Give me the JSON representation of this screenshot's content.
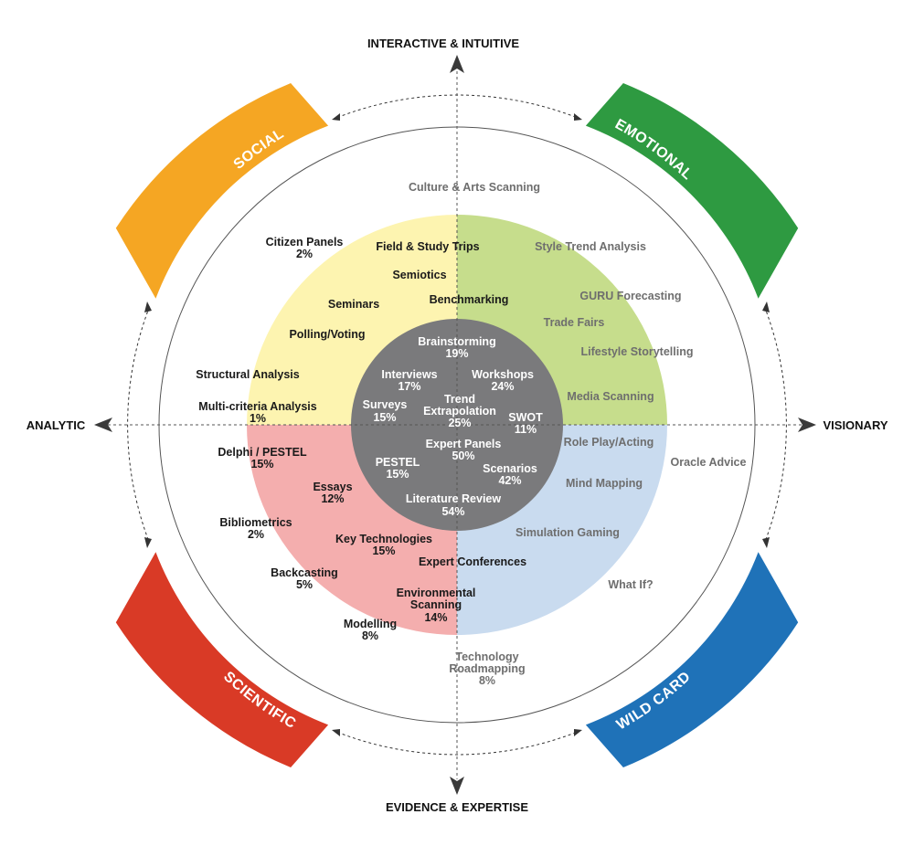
{
  "axes": {
    "top": "INTERACTIVE & INTUITIVE",
    "bottom": "EVIDENCE & EXPERTISE",
    "left": "ANALYTIC",
    "right": "VISIONARY"
  },
  "bands": {
    "social": "SOCIAL",
    "emotional": "EMOTIONAL",
    "scientific": "SCIENTIFIC",
    "wild_card": "WILD CARD"
  },
  "colors": {
    "social": "#f5a623",
    "emotional": "#2e9a41",
    "scientific": "#d93a26",
    "wild_card": "#1f72b8",
    "quadrant_social": "#fdf4b0",
    "quadrant_emotional": "#c6dd8c",
    "quadrant_scientific": "#f4aeae",
    "quadrant_wild_card": "#c9dbef",
    "core": "#7a7a7c",
    "dark_text": "#1a1a1a",
    "grey_text": "#6e6e6e"
  },
  "core_methods": {
    "brainstorming": {
      "name": "Brainstorming",
      "pct": "19%"
    },
    "interviews": {
      "name": "Interviews",
      "pct": "17%"
    },
    "workshops": {
      "name": "Workshops",
      "pct": "24%"
    },
    "surveys": {
      "name": "Surveys",
      "pct": "15%"
    },
    "trend_1": "Trend",
    "trend_2": "Extrapolation",
    "trend_pct": "25%",
    "swot": {
      "name": "SWOT",
      "pct": "11%"
    },
    "expert_panels": {
      "name": "Expert Panels",
      "pct": "50%"
    },
    "pestel": {
      "name": "PESTEL",
      "pct": "15%"
    },
    "scenarios": {
      "name": "Scenarios",
      "pct": "42%"
    },
    "literature_review": {
      "name": "Literature Review",
      "pct": "54%"
    }
  },
  "social_methods": {
    "citizen_panels": {
      "name": "Citizen Panels",
      "pct": "2%"
    },
    "field_study": "Field & Study Trips",
    "semiotics": "Semiotics",
    "benchmarking": "Benchmarking",
    "seminars": "Seminars",
    "polling": "Polling/Voting",
    "structural": "Structural Analysis",
    "multi_criteria": {
      "name": "Multi-criteria Analysis",
      "pct": "1%"
    }
  },
  "emotional_methods": {
    "culture_arts": "Culture & Arts Scanning",
    "style_trend": "Style Trend  Analysis",
    "guru": "GURU Forecasting",
    "trade_fairs": "Trade Fairs",
    "lifestyle": "Lifestyle Storytelling",
    "media_scanning": "Media Scanning"
  },
  "scientific_methods": {
    "delphi": {
      "name": "Delphi / PESTEL",
      "pct": "15%"
    },
    "essays": {
      "name": "Essays",
      "pct": "12%"
    },
    "bibliometrics": {
      "name": "Bibliometrics",
      "pct": "2%"
    },
    "key_tech": {
      "name": "Key Technologies",
      "pct": "15%"
    },
    "expert_conferences": "Expert Conferences",
    "backcasting": {
      "name": "Backcasting",
      "pct": "5%"
    },
    "env_1": "Environmental",
    "env_2": "Scanning",
    "env_pct": "14%",
    "modelling": {
      "name": "Modelling",
      "pct": "8%"
    }
  },
  "wild_card_methods": {
    "role_play": "Role Play/Acting",
    "oracle": "Oracle Advice",
    "mind_mapping": "Mind Mapping",
    "simulation": "Simulation  Gaming",
    "what_if": "What If?",
    "tech_1": "Technology",
    "tech_2": "Roadmapping",
    "tech_pct": "8%"
  }
}
